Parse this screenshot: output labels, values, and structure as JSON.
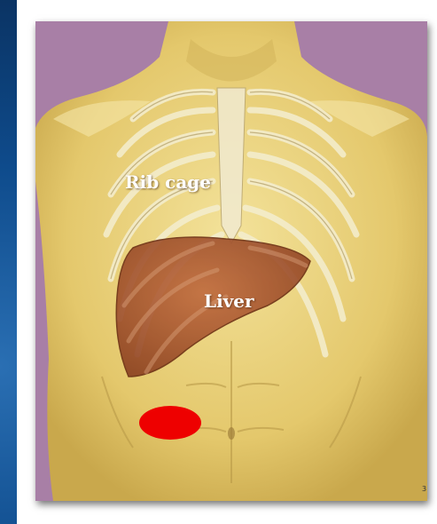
{
  "labels": {
    "rib_cage": "Rib cage",
    "liver": "Liver",
    "page_number": "3"
  },
  "colors": {
    "background_purple": "#a87fa6",
    "skin": "#e7d07a",
    "liver": "#a8552e",
    "marker": "#ee0000",
    "slide_blue": "#0e4b8c"
  },
  "marker_shape": "red-ellipse"
}
